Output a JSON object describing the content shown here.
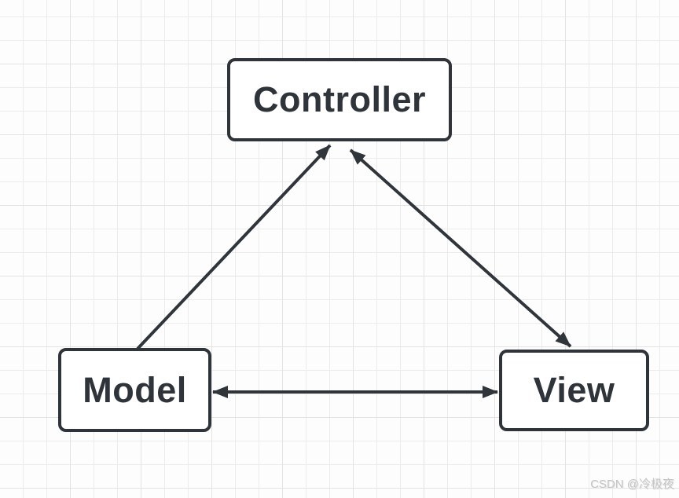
{
  "diagram": {
    "nodes": [
      {
        "id": "controller",
        "label": "Controller"
      },
      {
        "id": "model",
        "label": "Model"
      },
      {
        "id": "view",
        "label": "View"
      }
    ],
    "edges": [
      {
        "from": "model",
        "to": "controller",
        "arrows": "forward"
      },
      {
        "from": "controller",
        "to": "view",
        "arrows": "both"
      },
      {
        "from": "model",
        "to": "view",
        "arrows": "both"
      }
    ],
    "colors": {
      "stroke": "#2f343a",
      "node_fill": "#ffffff",
      "background": "#fdfdfd",
      "grid_line": "#ececec"
    }
  },
  "watermark": {
    "text": "CSDN @冷极夜",
    "color": "#c6c6c6"
  }
}
